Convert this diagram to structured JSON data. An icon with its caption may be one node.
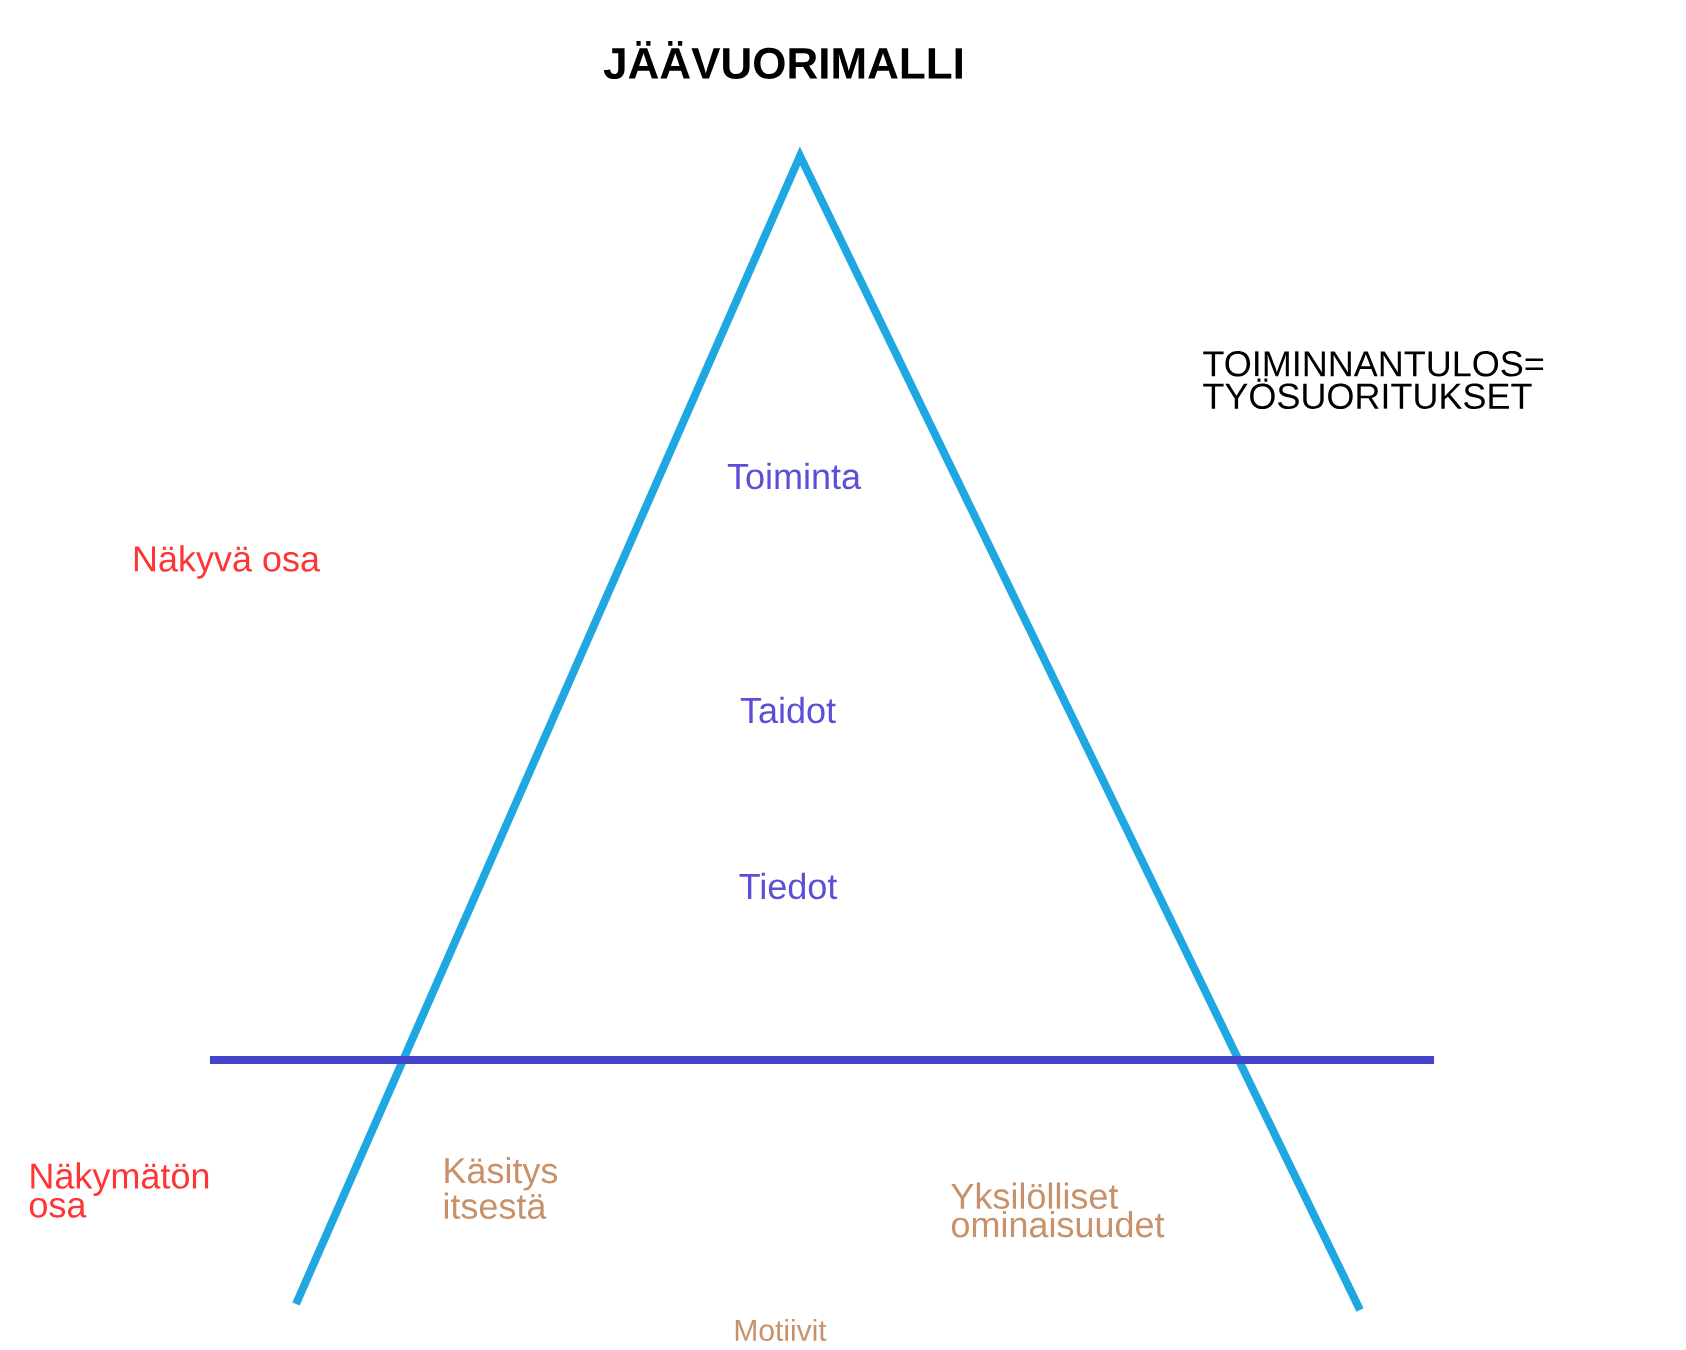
{
  "diagram": {
    "title": "JÄÄVUORIMALLI",
    "labels": [
      "TOIMINNANTULOS= TYÖSUORITUKSET",
      "Toiminta",
      "Näkyvä osa",
      "Taidot",
      "Tiedot",
      "Näkymätön osa",
      "Käsitys itsestä",
      "Yksilölliset ominaisuudet",
      "Motiivit"
    ]
  }
}
